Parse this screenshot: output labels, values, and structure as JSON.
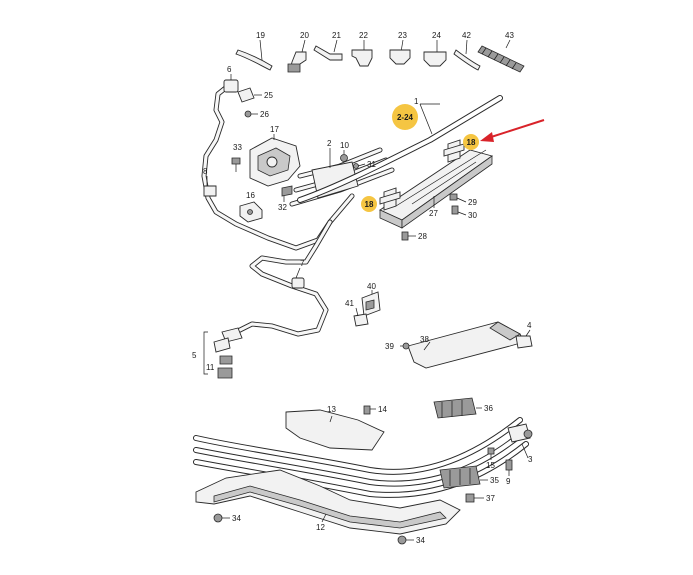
{
  "callouts": {
    "n1": "1",
    "n2": "2",
    "n3": "3",
    "n4": "4",
    "n5": "5",
    "n6": "6",
    "n7": "7",
    "n8": "8",
    "n9": "9",
    "n10": "10",
    "n11": "11",
    "n12": "12",
    "n13": "13",
    "n14": "14",
    "n15": "15",
    "n16": "16",
    "n17": "17",
    "n19": "19",
    "n20": "20",
    "n21": "21",
    "n22": "22",
    "n23": "23",
    "n24": "24",
    "n25": "25",
    "n26": "26",
    "n27": "27",
    "n28": "28",
    "n29": "29",
    "n30": "30",
    "n31": "31",
    "n32": "32",
    "n33": "33",
    "n34a": "34",
    "n34b": "34",
    "n35": "35",
    "n36": "36",
    "n37": "37",
    "n38": "38",
    "n39": "39",
    "n40": "40",
    "n41": "41",
    "n42": "42",
    "n43": "43"
  },
  "highlights": {
    "ref": "2-24",
    "part18a": "18",
    "part18b": "18"
  },
  "colors": {
    "highlight": "#f5c542",
    "arrow": "#d9232a",
    "line": "#1a1a1a"
  }
}
